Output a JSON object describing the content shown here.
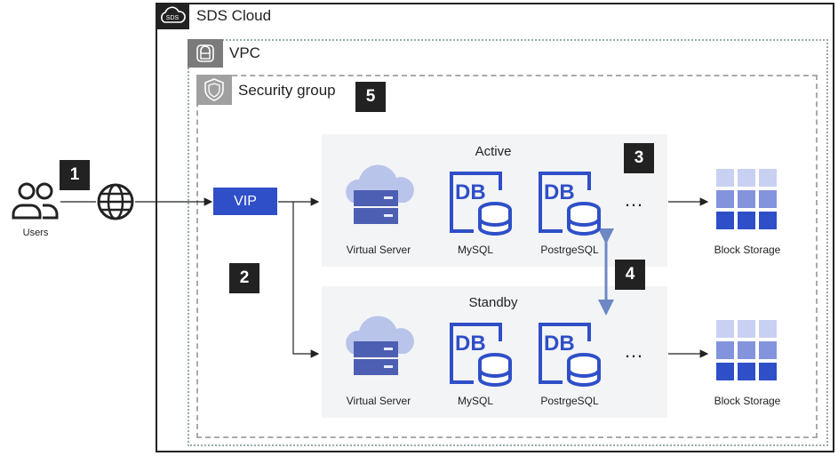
{
  "cloud": {
    "title": "SDS Cloud",
    "badge": "SDS"
  },
  "vpc": {
    "title": "VPC"
  },
  "security_group": {
    "title": "Security group"
  },
  "users": {
    "label": "Users"
  },
  "vip": {
    "label": "VIP"
  },
  "markers": [
    "1",
    "2",
    "3",
    "4",
    "5"
  ],
  "active": {
    "title": "Active",
    "virtual_server": "Virtual Server",
    "mysql": "MySQL",
    "postgre": "PostrgeSQL",
    "ellipsis": "…",
    "db_text": "DB",
    "storage": "Block Storage"
  },
  "standby": {
    "title": "Standby",
    "virtual_server": "Virtual Server",
    "mysql": "MySQL",
    "postgre": "PostrgeSQL",
    "ellipsis": "…",
    "db_text": "DB",
    "storage": "Block Storage"
  },
  "colors": {
    "accent": "#2f4fc8",
    "db_blue": "#2f4fc8",
    "server_cloud": "#b9c4ea",
    "arrow_sync": "#6d88c4"
  }
}
